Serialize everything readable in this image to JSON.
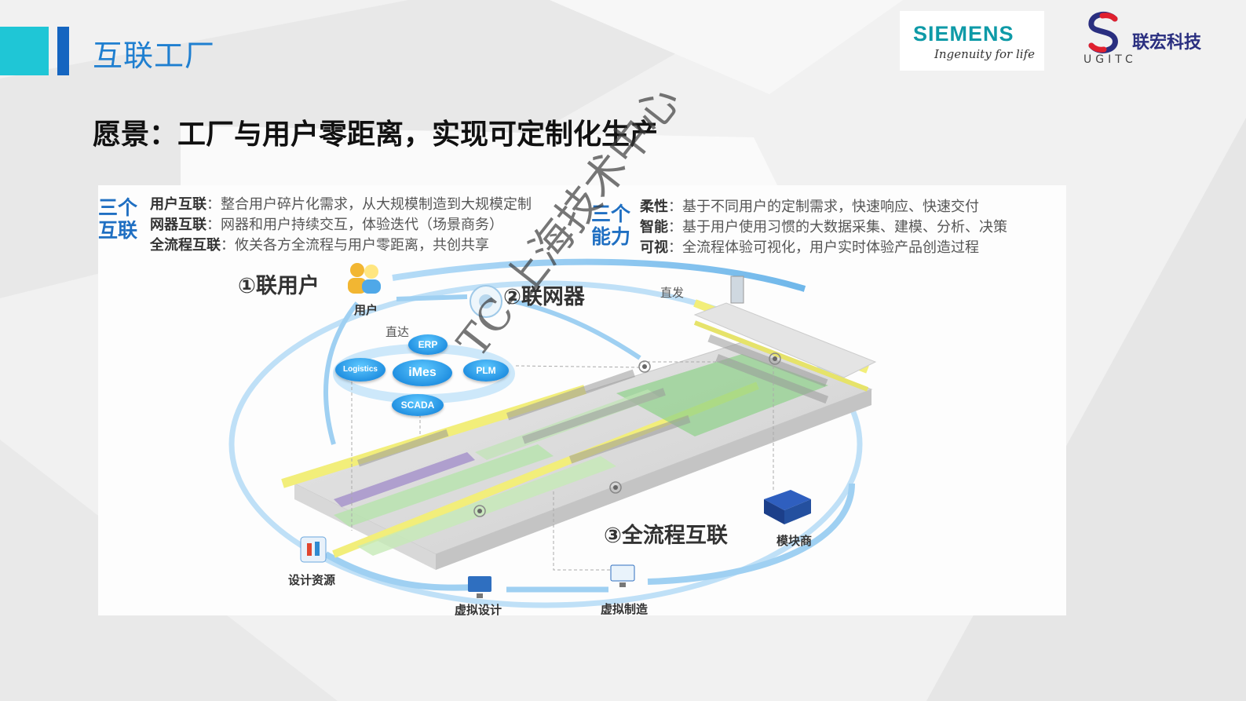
{
  "slide": {
    "title": "互联工厂",
    "vision": "愿景：工厂与用户零距离，实现可定制化生产"
  },
  "logos": {
    "siemens_word": "SIEMENS",
    "siemens_tagline": "Ingenuity for life",
    "ugitc_cn": "联宏科技",
    "ugitc_en": "UGITC"
  },
  "panel": {
    "three_links": {
      "heading_line1": "三个",
      "heading_line2": "互联",
      "rows": [
        {
          "term": "用户互联",
          "text": "：整合用户碎片化需求，从大规模制造到大规模定制"
        },
        {
          "term": "网器互联",
          "text": "：网器和用户持续交互，体验迭代（场景商务）"
        },
        {
          "term": "全流程互联",
          "text": "：攸关各方全流程与用户零距离，共创共享"
        }
      ]
    },
    "three_abilities": {
      "heading_line1": "三个",
      "heading_line2": "能力",
      "rows": [
        {
          "term": "柔性",
          "text": "：基于不同用户的定制需求，快速响应、快速交付"
        },
        {
          "term": "智能",
          "text": "：基于用户使用习惯的大数据采集、建模、分析、决策"
        },
        {
          "term": "可视",
          "text": "：全流程体验可视化，用户实时体验产品创造过程"
        }
      ]
    },
    "diagram": {
      "link_user": "①联用户",
      "link_device": "②联网器",
      "link_process": "③全流程互联",
      "user": "用户",
      "direct": "直达",
      "direct_send": "直发",
      "systems": {
        "erp": "ERP",
        "imes": "iMes",
        "logistics": "Logistics",
        "plm": "PLM",
        "scada": "SCADA"
      },
      "module_supplier": "模块商",
      "design_resources": "设计资源",
      "virtual_design": "虚拟设计",
      "virtual_manufacturing": "虚拟制造"
    }
  },
  "watermark": "TC-上海技术中心",
  "colors": {
    "accent_cyan": "#1fc6d6",
    "accent_blue": "#1565c0",
    "title_blue": "#1f7fd0",
    "heading_blue": "#1f6fc2",
    "system_blue": "#0a7bd6",
    "siemens_teal": "#0e9aa7"
  },
  "icons": [
    "user-icon",
    "router-icon",
    "design-resource-icon",
    "monitor-icon",
    "module-supplier-icon",
    "wireless-icon",
    "server-rack-icon"
  ]
}
